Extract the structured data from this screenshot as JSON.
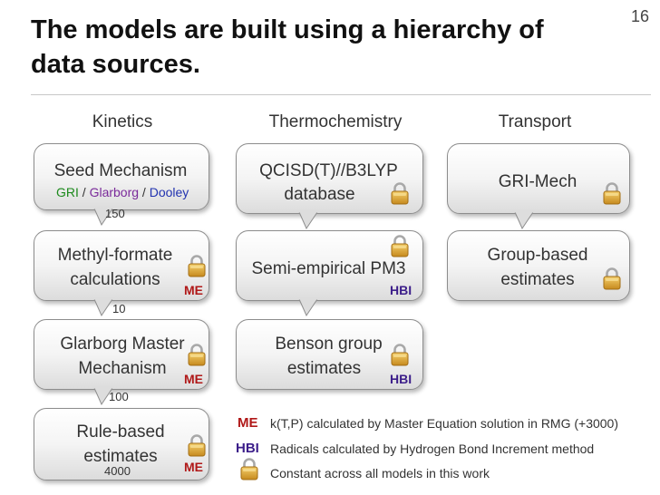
{
  "slide": {
    "number": "16",
    "title": "The models are built using a hierarchy of data sources."
  },
  "columns": {
    "kinetics": "Kinetics",
    "thermo": "Thermochemistry",
    "transport": "Transport"
  },
  "kinetics": {
    "seed": {
      "title": "Seed Mechanism",
      "sources": [
        {
          "text": "GRI",
          "color": "#1c8a1c"
        },
        {
          "text": " / ",
          "color": "#333333"
        },
        {
          "text": "Glarborg",
          "color": "#7a2a9a"
        },
        {
          "text": " / ",
          "color": "#333333"
        },
        {
          "text": "Dooley",
          "color": "#2233b0"
        }
      ]
    },
    "count1": "150",
    "methyl": {
      "line1": "Methyl-formate",
      "line2": "calculations",
      "tag": "ME"
    },
    "count2": "10",
    "glarborg": {
      "line1": "Glarborg Master",
      "line2": "Mechanism",
      "tag": "ME"
    },
    "count3": "100",
    "rule": {
      "line1": "Rule-based",
      "line2": "estimates",
      "count": "4000",
      "tag": "ME"
    }
  },
  "thermo": {
    "qcisd": {
      "line1": "QCISD(T)//B3LYP",
      "line2": "database"
    },
    "semi": {
      "line1": "Semi-empirical PM3",
      "tag": "HBI"
    },
    "benson": {
      "line1": "Benson group",
      "line2": "estimates",
      "tag": "HBI"
    }
  },
  "transport": {
    "grimech": {
      "line1": "GRI-Mech"
    },
    "group": {
      "line1": "Group-based",
      "line2": "estimates"
    }
  },
  "legend": {
    "me_tag": "ME",
    "me_text": "k(T,P) calculated by Master Equation solution in RMG (+3000)",
    "hbi_tag": "HBI",
    "hbi_text": "Radicals calculated by Hydrogen Bond Increment method",
    "lock_text": "Constant across all models in this work"
  },
  "colors": {
    "me": "#b01818",
    "hbi": "#3c1e8a",
    "lock_body": "#d9a53a",
    "lock_shackle": "#a8a8a8"
  },
  "icons": {
    "lock": "padlock-icon"
  }
}
